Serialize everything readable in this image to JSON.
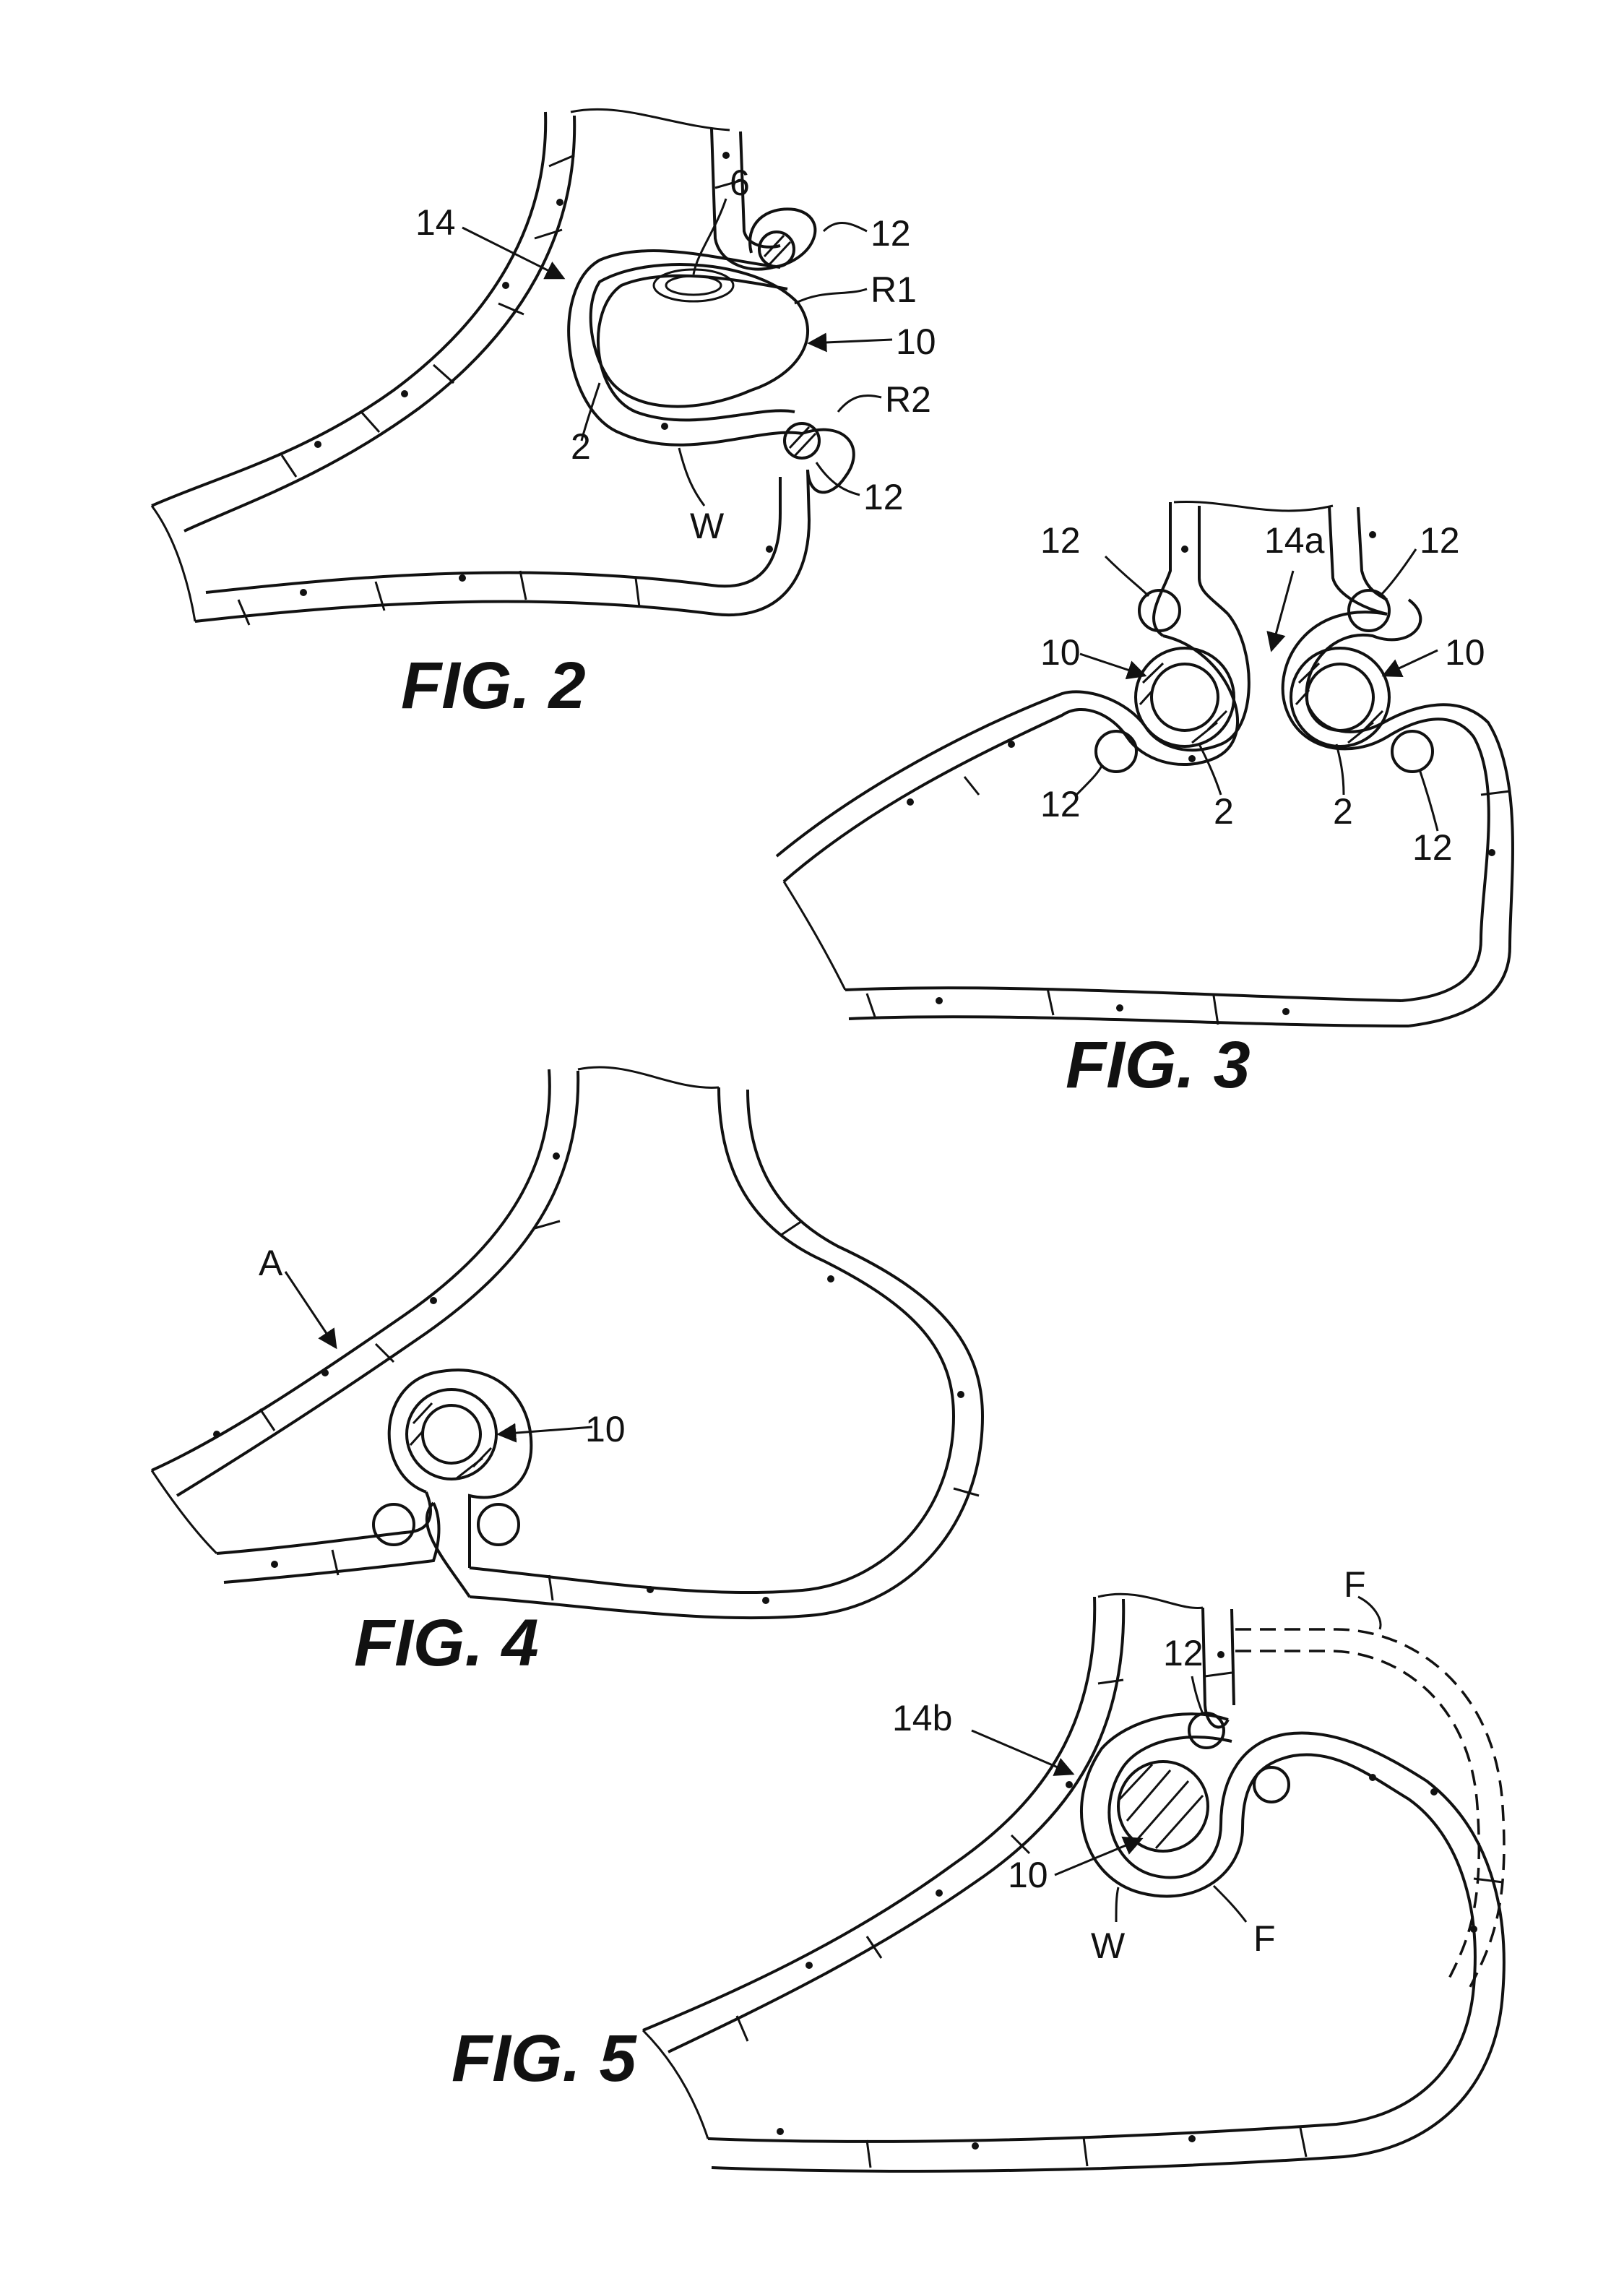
{
  "figures": [
    {
      "caption": "FIG. 2",
      "labels": [
        "14",
        "6",
        "12",
        "R1",
        "10",
        "R2",
        "2",
        "W",
        "12"
      ]
    },
    {
      "caption": "FIG. 3",
      "labels": [
        "12",
        "14a",
        "12",
        "10",
        "10",
        "12",
        "2",
        "2",
        "12"
      ]
    },
    {
      "caption": "FIG. 4",
      "labels": [
        "A",
        "10"
      ]
    },
    {
      "caption": "FIG. 5",
      "labels": [
        "F",
        "12",
        "14b",
        "10",
        "W",
        "F"
      ]
    }
  ]
}
